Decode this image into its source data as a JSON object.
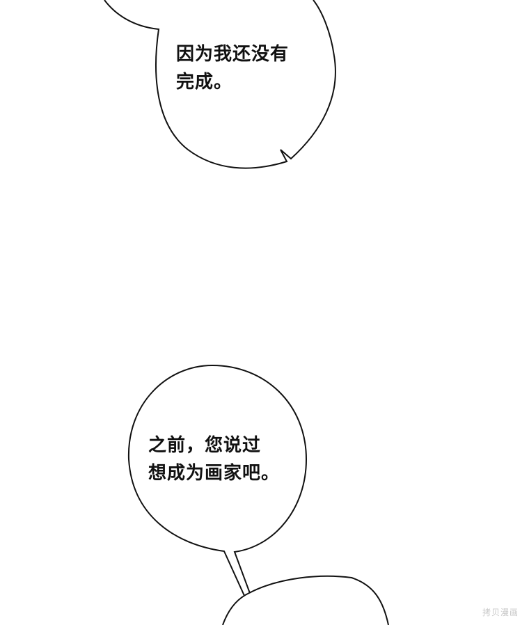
{
  "panels": [
    {
      "bubble_1": {
        "lines": [
          "因为我还没有",
          "完成。"
        ]
      },
      "bubble_2": {
        "lines": [
          "之前，您说过",
          "想成为画家吧。"
        ]
      }
    }
  ],
  "watermark": "拷贝漫画",
  "colors": {
    "background": "#ffffff",
    "line": "#111111",
    "watermark": "#c8c8c8"
  }
}
